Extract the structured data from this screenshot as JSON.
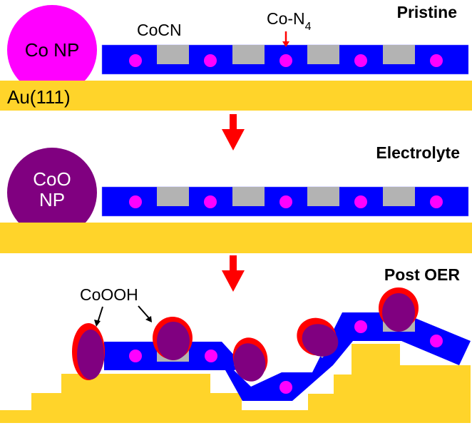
{
  "colors": {
    "gold": "#FFD42A",
    "blue": "#0000FF",
    "magenta": "#FF00FF",
    "gray": "#B3B3B3",
    "purple": "#800080",
    "red": "#FF0000",
    "black": "#000000",
    "white": "#FFFFFF"
  },
  "panels": [
    {
      "title": "Pristine",
      "nanoparticle_label": "Co NP",
      "substrate_label": "Au(111)",
      "film_label": "CoCN",
      "site_label_main": "Co-N",
      "site_label_sub": "4"
    },
    {
      "title": "Electrolyte",
      "nanoparticle_label_line1": "CoO",
      "nanoparticle_label_line2": "NP"
    },
    {
      "title": "Post OER",
      "particle_label": "CoOOH"
    }
  ],
  "transition_arrows": [
    {
      "from": "Pristine",
      "to": "Electrolyte"
    },
    {
      "from": "Electrolyte",
      "to": "Post OER"
    }
  ]
}
